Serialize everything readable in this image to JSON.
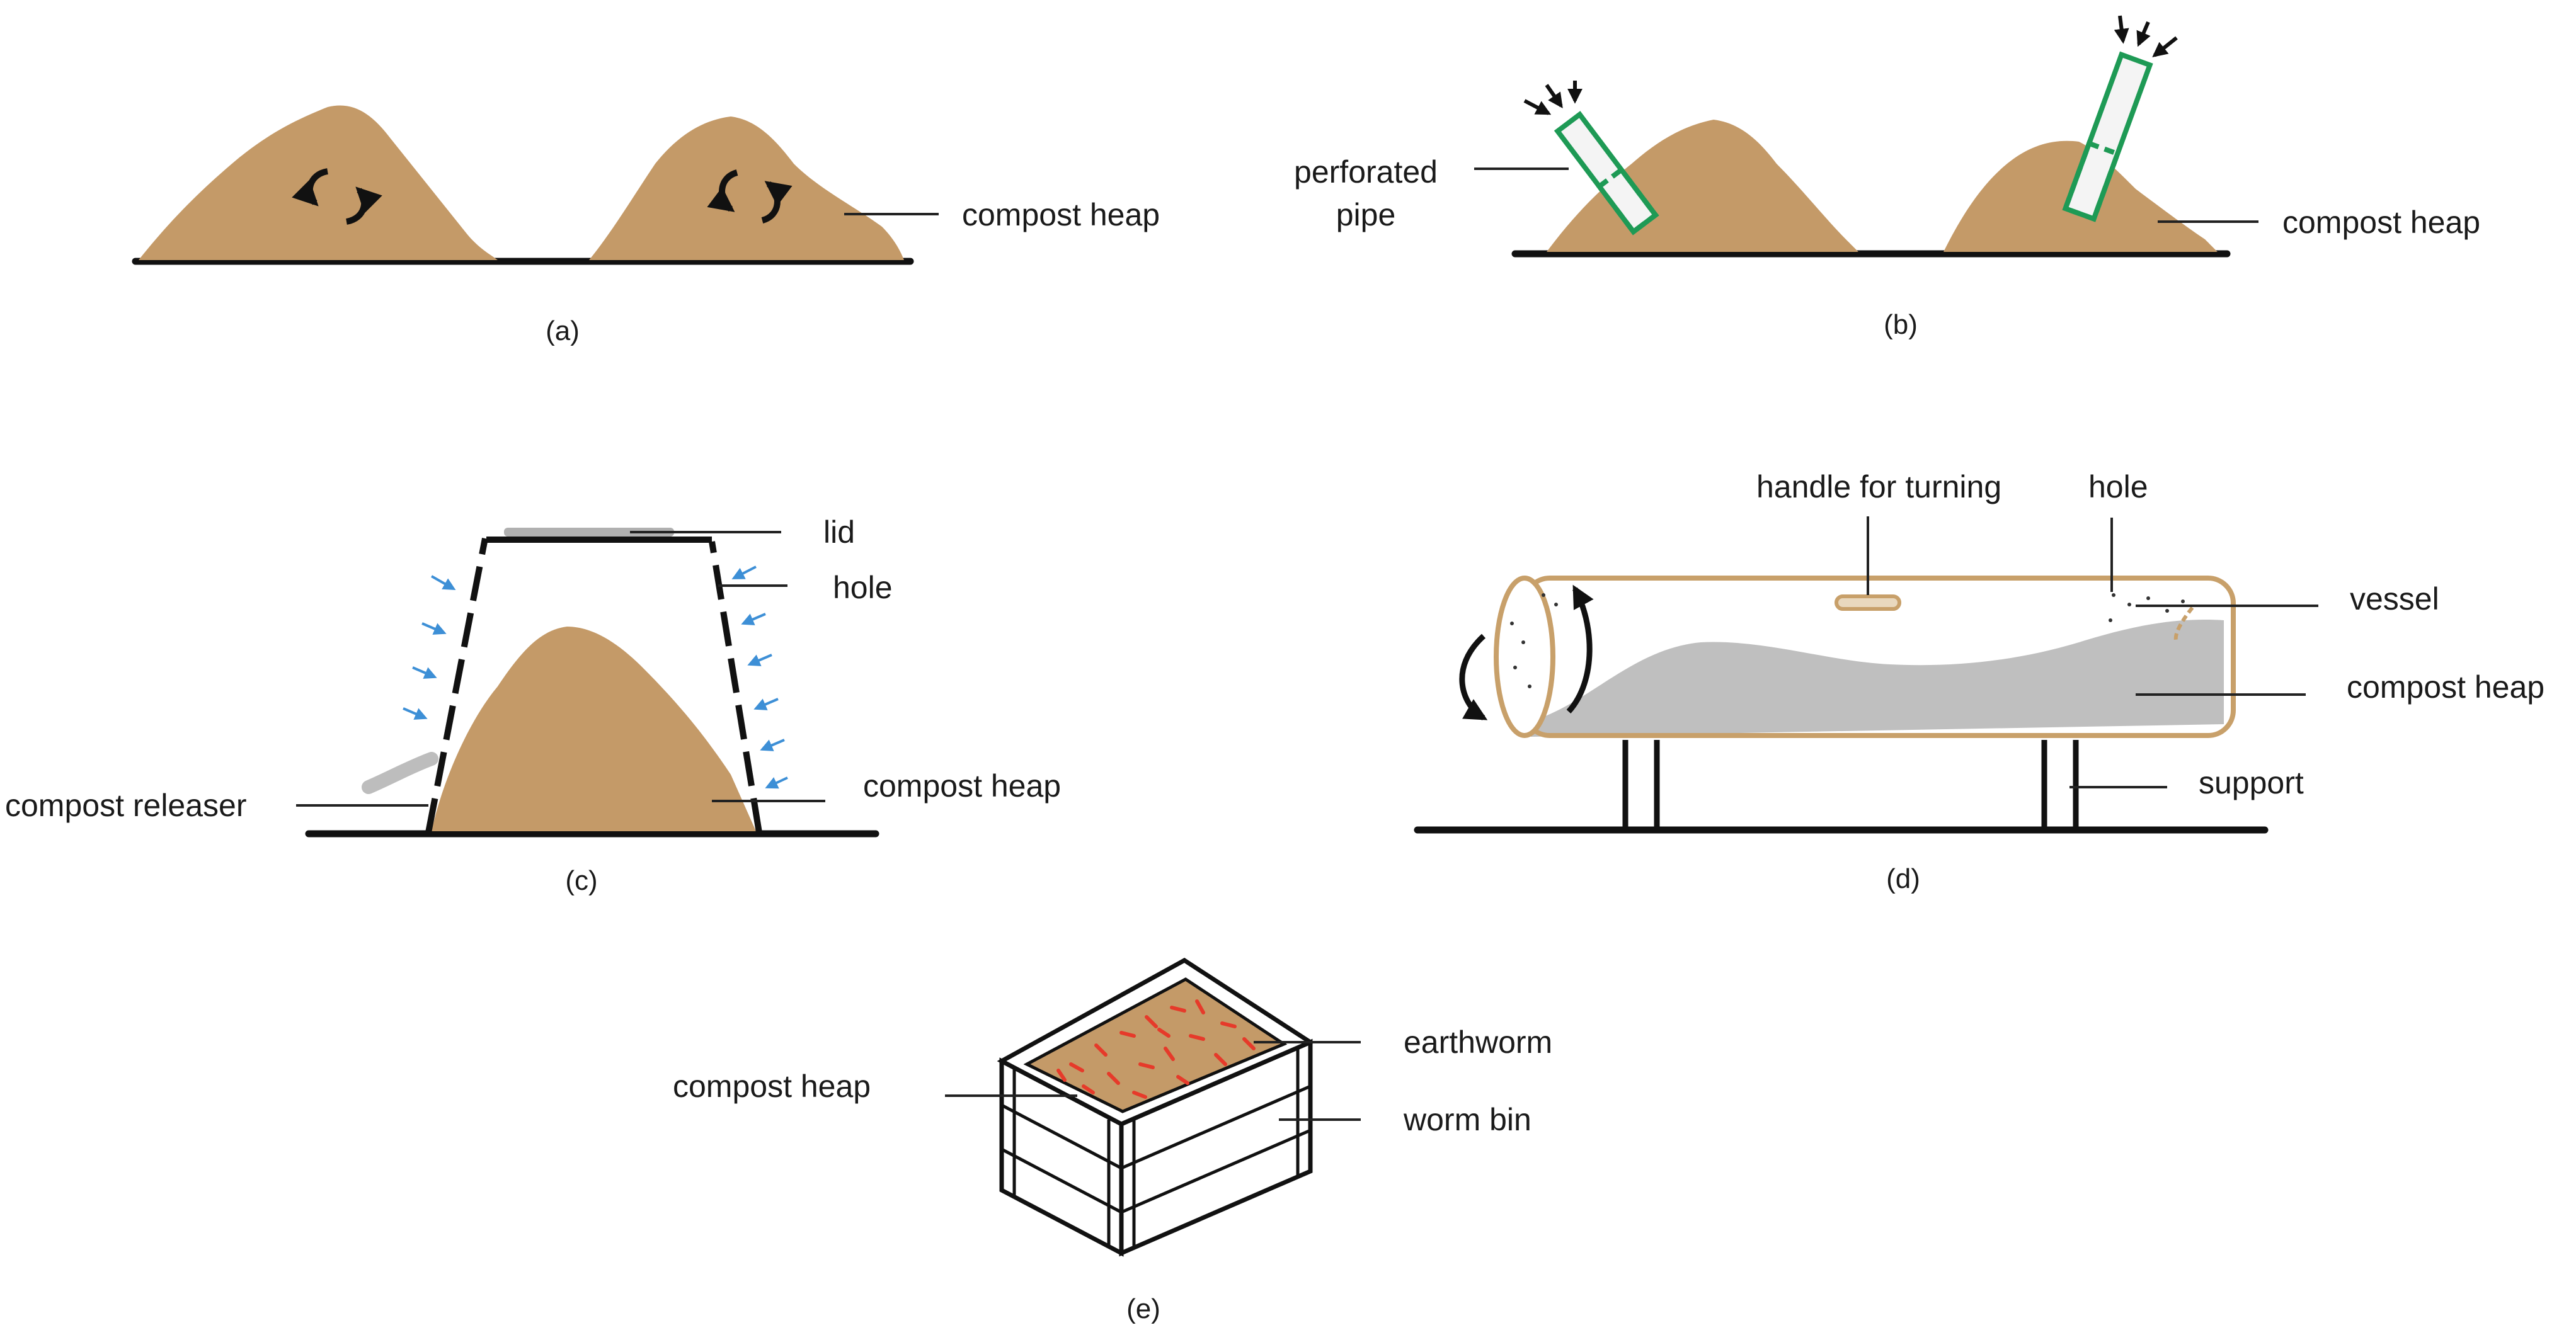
{
  "colors": {
    "compost": "#c49a68",
    "compost_gray": "#bfbfbf",
    "pipe": "#1e9a55",
    "vessel_outline": "#c8a06a",
    "hole_arrows": "#3d8fd6",
    "earthworm": "#e63a2a",
    "ink": "#111111"
  },
  "panel_a": {
    "caption": "(a)",
    "labels": {
      "compost_heap": "compost heap"
    },
    "icons": [
      "rotate-arrows-icon",
      "rotate-arrows-icon"
    ]
  },
  "panel_b": {
    "caption": "(b)",
    "labels": {
      "perforated_pipe": [
        "perforated",
        "pipe"
      ],
      "compost_heap": "compost heap"
    },
    "icons": [
      "air-in-arrows-icon",
      "air-in-arrows-icon"
    ]
  },
  "panel_c": {
    "caption": "(c)",
    "labels": {
      "lid": "lid",
      "hole": "hole",
      "compost_releaser": "compost releaser",
      "compost_heap": "compost heap"
    }
  },
  "panel_d": {
    "caption": "(d)",
    "labels": {
      "handle_for_turning": "handle for turning",
      "hole": "hole",
      "vessel": "vessel",
      "compost_heap": "compost heap",
      "support": "support"
    }
  },
  "panel_e": {
    "caption": "(e)",
    "labels": {
      "earthworm": "earthworm",
      "compost_heap": "compost heap",
      "worm_bin": "worm bin"
    }
  }
}
